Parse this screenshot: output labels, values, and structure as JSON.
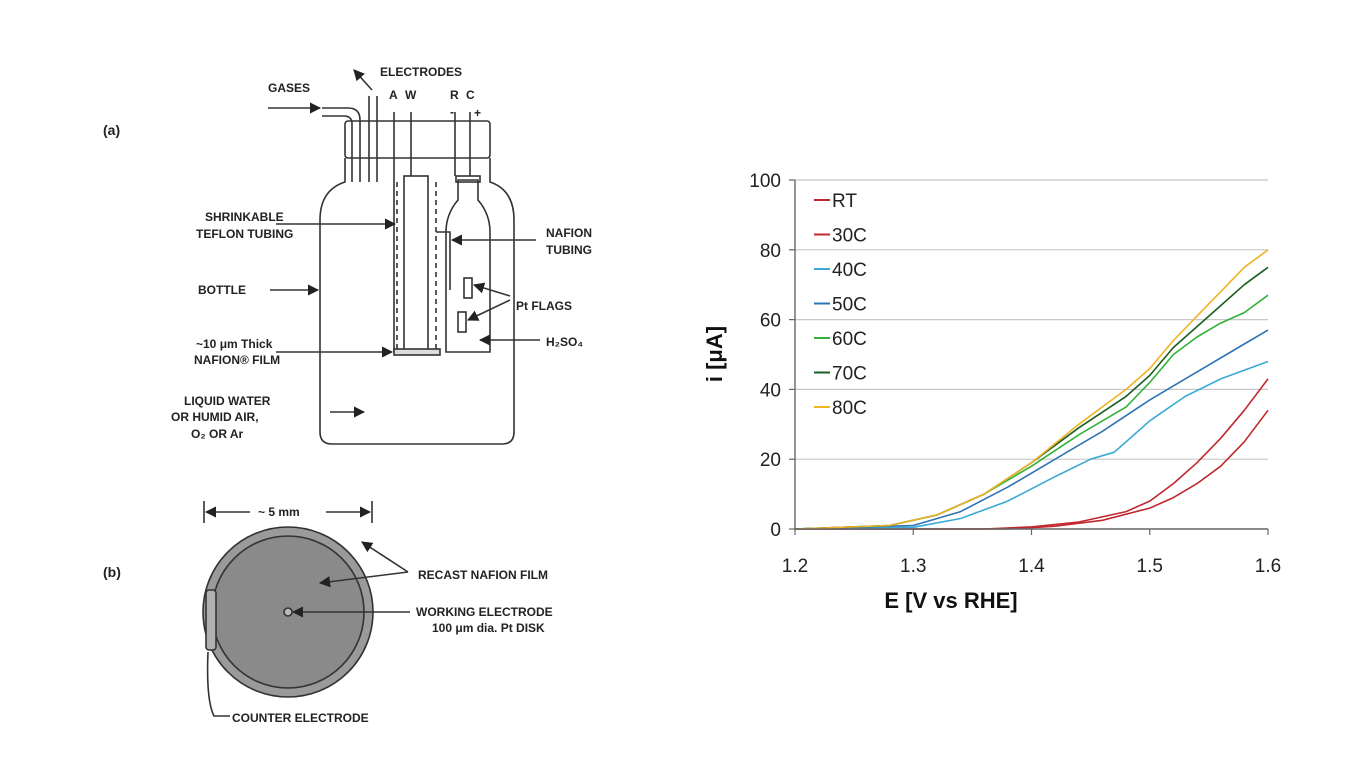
{
  "diagram": {
    "panel_a": "(a)",
    "panel_b": "(b)",
    "gases": "GASES",
    "electrodes": "ELECTRODES",
    "electrode_letters": [
      "A",
      "W",
      "R",
      "C"
    ],
    "minus": "-",
    "plus": "+",
    "shrinkable_1": "SHRINKABLE",
    "shrinkable_2": "TEFLON TUBING",
    "bottle": "BOTTLE",
    "film_1": "~10 μm Thick",
    "film_2": "NAFION® FILM",
    "liquid_1": "LIQUID WATER",
    "liquid_2": "OR HUMID AIR,",
    "liquid_3": "O₂ OR Ar",
    "nafion_tubing_1": "NAFION",
    "nafion_tubing_2": "TUBING",
    "pt_flags": "Pt FLAGS",
    "acid": "H₂SO₄",
    "dimension": "~ 5 mm",
    "recast": "RECAST NAFION FILM",
    "working_1": "WORKING ELECTRODE",
    "working_2": "100 μm dia. Pt DISK",
    "counter": "COUNTER ELECTRODE"
  },
  "chart_data": {
    "type": "line",
    "xlabel": "E [V vs RHE]",
    "ylabel": "i [μA]",
    "xlim": [
      1.2,
      1.6
    ],
    "ylim": [
      0,
      100
    ],
    "xticks": [
      "1.2",
      "1.3",
      "1.4",
      "1.5",
      "1.6"
    ],
    "yticks": [
      "0",
      "20",
      "40",
      "60",
      "80",
      "100"
    ],
    "grid": "horizontal",
    "legend_position": "top-left",
    "series": [
      {
        "name": "RT",
        "color": "#c0282d",
        "x": [
          1.2,
          1.38,
          1.42,
          1.46,
          1.5,
          1.52,
          1.54,
          1.56,
          1.58,
          1.6
        ],
        "y": [
          0,
          0,
          0.8,
          2.5,
          6,
          9,
          13,
          18,
          25,
          34
        ]
      },
      {
        "name": "30C",
        "color": "#c0282d",
        "x": [
          1.2,
          1.36,
          1.4,
          1.44,
          1.48,
          1.5,
          1.52,
          1.54,
          1.56,
          1.58,
          1.6
        ],
        "y": [
          0,
          0,
          0.6,
          2,
          5,
          8,
          13,
          19,
          26,
          34,
          43
        ]
      },
      {
        "name": "40C",
        "color": "#3aa9d5",
        "x": [
          1.2,
          1.3,
          1.34,
          1.38,
          1.42,
          1.45,
          1.47,
          1.5,
          1.53,
          1.56,
          1.6
        ],
        "y": [
          0,
          0.5,
          3,
          8,
          15,
          20,
          22,
          31,
          38,
          43,
          48
        ]
      },
      {
        "name": "50C",
        "color": "#2f74b5",
        "x": [
          1.2,
          1.3,
          1.34,
          1.38,
          1.42,
          1.46,
          1.5,
          1.54,
          1.58,
          1.6
        ],
        "y": [
          0,
          1,
          5,
          12,
          20,
          28,
          37,
          45,
          53,
          57
        ]
      },
      {
        "name": "60C",
        "color": "#33b23a",
        "x": [
          1.2,
          1.28,
          1.32,
          1.36,
          1.4,
          1.44,
          1.48,
          1.5,
          1.52,
          1.54,
          1.56,
          1.58,
          1.6
        ],
        "y": [
          0,
          1,
          4,
          10,
          18,
          27,
          35,
          42,
          50,
          55,
          59,
          62,
          67
        ]
      },
      {
        "name": "70C",
        "color": "#1a5e20",
        "x": [
          1.2,
          1.28,
          1.32,
          1.36,
          1.4,
          1.44,
          1.48,
          1.5,
          1.52,
          1.54,
          1.56,
          1.58,
          1.6
        ],
        "y": [
          0,
          1,
          4,
          10,
          19,
          29,
          38,
          44,
          52,
          58,
          64,
          70,
          75
        ]
      },
      {
        "name": "80C",
        "color": "#f0b323",
        "x": [
          1.2,
          1.28,
          1.32,
          1.36,
          1.4,
          1.44,
          1.48,
          1.5,
          1.52,
          1.54,
          1.56,
          1.58,
          1.6
        ],
        "y": [
          0,
          1,
          4,
          10,
          19,
          30,
          40,
          46,
          54,
          61,
          68,
          75,
          80
        ]
      }
    ]
  }
}
